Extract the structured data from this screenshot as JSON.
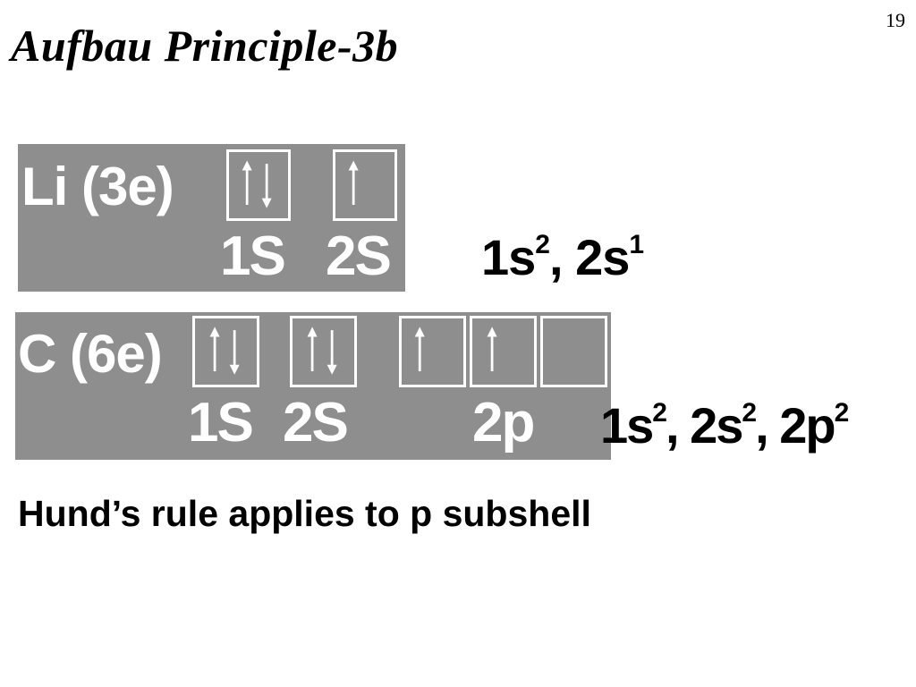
{
  "slide": {
    "number": "19",
    "title": "Aufbau Principle-3b"
  },
  "lithium": {
    "label": "Li (3e)",
    "orbital_labels": [
      "1S",
      "2S"
    ],
    "config_terms": [
      {
        "base": "1s",
        "exp": "2",
        "sep": ", "
      },
      {
        "base": "2s",
        "exp": "1",
        "sep": ""
      }
    ]
  },
  "carbon": {
    "label": "C (6e)",
    "orbital_labels": [
      "1S",
      "2S",
      "2p"
    ],
    "config_terms": [
      {
        "base": "1s",
        "exp": "2",
        "sep": ", "
      },
      {
        "base": "2s",
        "exp": "2",
        "sep": ", "
      },
      {
        "base": "2p",
        "exp": "2",
        "sep": ""
      }
    ]
  },
  "note": "Hund’s rule applies to p subshell",
  "colors": {
    "panel": "#8e8e8e",
    "box": "#ffffff",
    "text": "#000000"
  },
  "icons": {
    "paired": "up-down-arrow-pair-icon",
    "single": "up-arrow-icon"
  }
}
